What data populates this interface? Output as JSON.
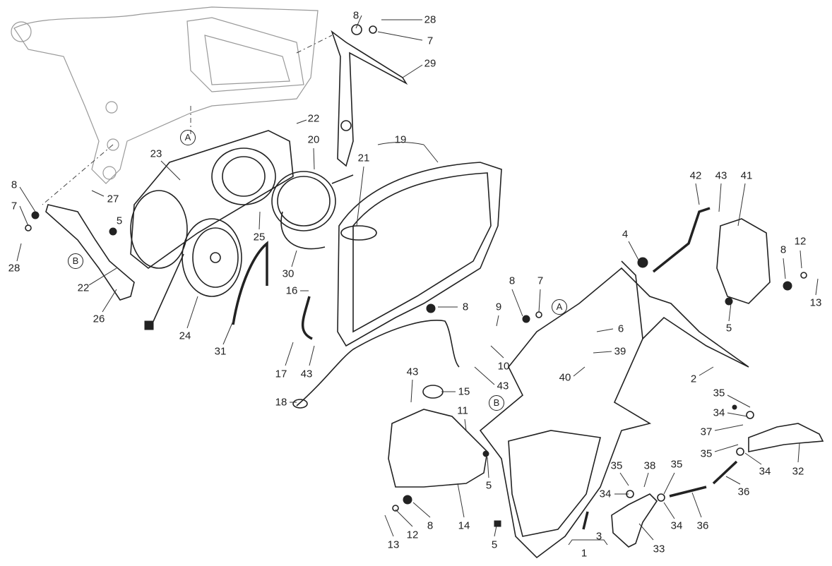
{
  "labels": {
    "p8a": "8",
    "p28a": "28",
    "p7a": "7",
    "p29": "29",
    "p22a": "22",
    "p20": "20",
    "p19": "19",
    "p21": "21",
    "p23": "23",
    "p27": "27",
    "p8b": "8",
    "p7b": "7",
    "p5a": "5",
    "p28b": "28",
    "p22b": "22",
    "p26": "26",
    "p25": "25",
    "p30": "30",
    "p24": "24",
    "p31": "31",
    "p16": "16",
    "p17": "17",
    "p43a": "43",
    "p18": "18",
    "p42": "42",
    "p43b": "43",
    "p41": "41",
    "p4": "4",
    "p12a": "12",
    "p8c": "8",
    "p13a": "13",
    "p8d": "8",
    "p8e": "8",
    "p7c": "7",
    "p9": "9",
    "p6": "6",
    "p39": "39",
    "p10": "10",
    "p40": "40",
    "p2": "2",
    "p5b": "5",
    "p43c": "43",
    "p15": "15",
    "p43d": "43",
    "p11": "11",
    "p35a": "35",
    "p34a": "34",
    "p37": "37",
    "p35b": "35",
    "p34b": "34",
    "p32": "32",
    "p36a": "36",
    "p5c": "5",
    "p14": "14",
    "p8f": "8",
    "p12b": "12",
    "p13b": "13",
    "p5d": "5",
    "p3": "3",
    "p1": "1",
    "p35c": "35",
    "p38": "38",
    "p35d": "35",
    "p34c": "34",
    "p34d": "34",
    "p36b": "36",
    "p33": "33"
  },
  "refs": {
    "a1": "A",
    "a2": "A",
    "b1": "B",
    "b2": "B"
  }
}
